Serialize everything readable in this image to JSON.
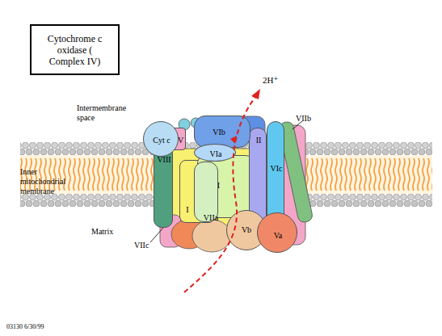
{
  "diagram": {
    "title": "Cytochrome c oxidase ( Complex IV)",
    "nodes": [
      {
        "text": [
          "Cyt c"
        ]
      },
      {
        "text": [
          "IV"
        ]
      },
      {
        "text": [
          "VIb"
        ]
      },
      {
        "text": [
          "VIII"
        ]
      },
      {
        "text": [
          "VIa"
        ]
      },
      {
        "text": [
          "II"
        ]
      },
      {
        "text": [
          "VIc"
        ]
      },
      {
        "text": [
          "III"
        ]
      },
      {
        "text": [
          "I"
        ]
      },
      {
        "text": [
          "VIIa"
        ]
      },
      {
        "text": [
          "Vb"
        ]
      },
      {
        "text": [
          "Va"
        ]
      }
    ],
    "labels": [
      "2H⁺",
      "Intermembrane space",
      "VIIb",
      "Inner mitochondrial membrane",
      "Matrix",
      "VIIc",
      "03130 6/30/99"
    ]
  }
}
